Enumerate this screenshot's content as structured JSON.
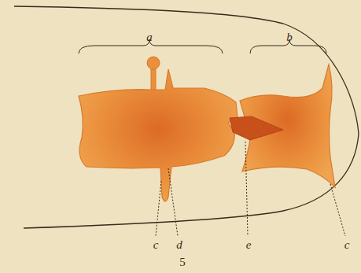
{
  "diagram": {
    "labels": [
      "a",
      "b",
      "c",
      "d",
      "e",
      "c",
      "5"
    ]
  }
}
